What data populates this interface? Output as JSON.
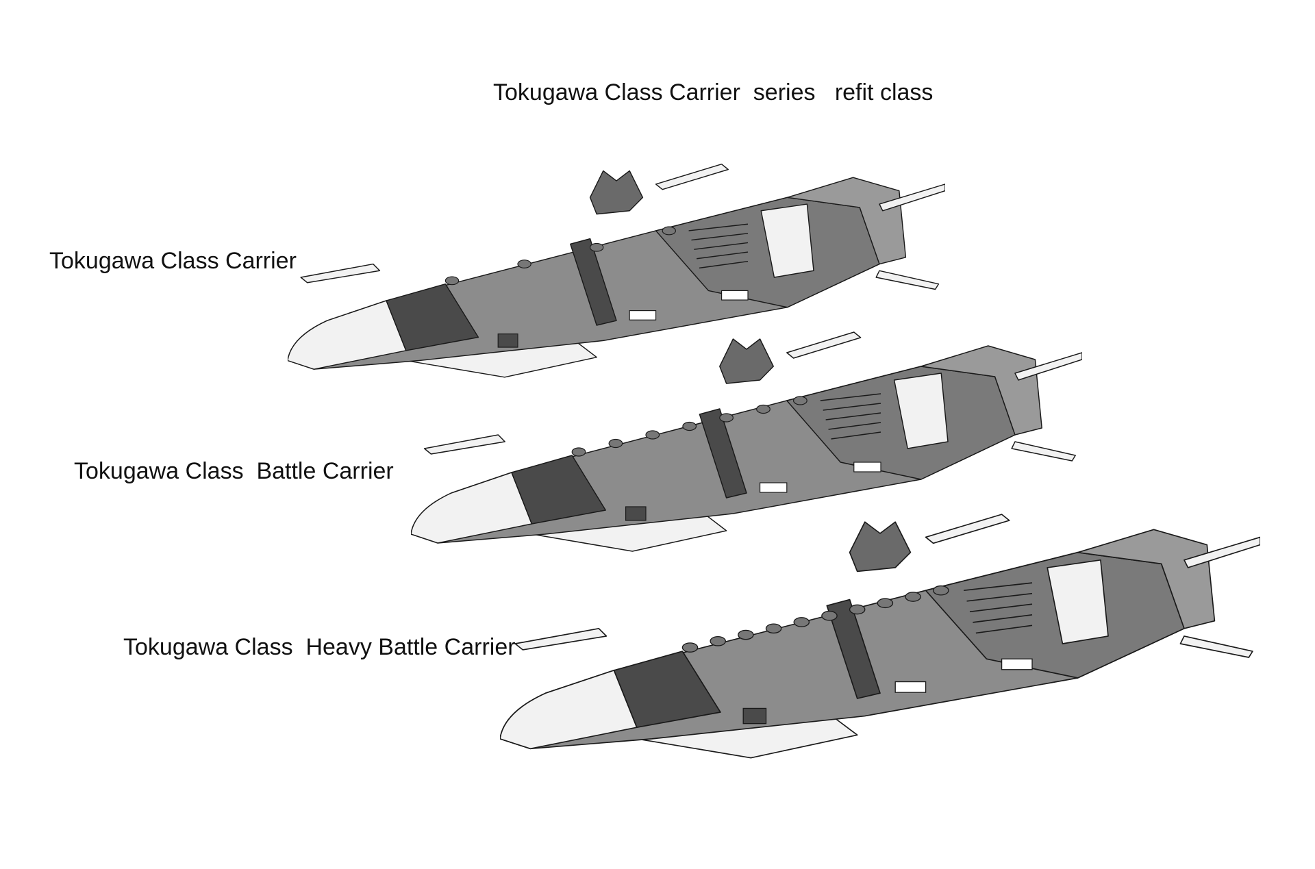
{
  "title": "Tokugawa Class Carrier  series   refit class",
  "ships": [
    {
      "label": "Tokugawa Class Carrier",
      "icon": "carrier-ship-illustration"
    },
    {
      "label": "Tokugawa Class  Battle Carrier",
      "icon": "battle-carrier-ship-illustration"
    },
    {
      "label": "Tokugawa Class  Heavy Battle Carrier",
      "icon": "heavy-battle-carrier-ship-illustration"
    }
  ],
  "colors": {
    "hull_light": "#f2f2f2",
    "hull_mid": "#8c8c8c",
    "hull_dark": "#4a4a4a",
    "outline": "#1a1a1a"
  }
}
